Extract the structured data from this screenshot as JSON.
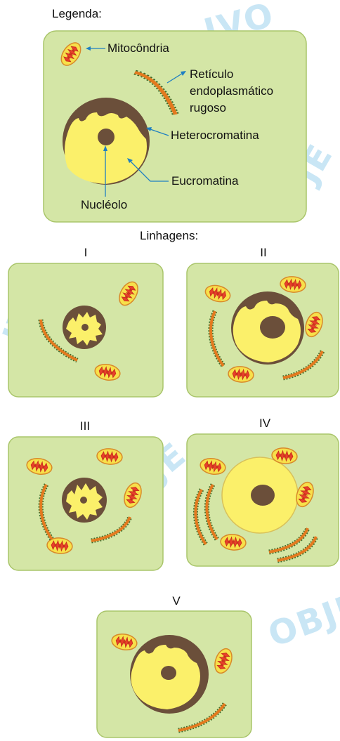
{
  "legend": {
    "title": "Legenda:",
    "labels": {
      "mitochondria": "Mitocôndria",
      "rer_line1": "Retículo",
      "rer_line2": "endoplasmático",
      "rer_line3": "rugoso",
      "heterochromatin": "Heterocromatina",
      "euchromatin": "Eucromatina",
      "nucleolus": "Nucléolo"
    }
  },
  "lineages_title": "Linhagens:",
  "lineages": [
    {
      "label": "I",
      "nucleus": "small, mostly heterochromatin",
      "mitochondria": 2,
      "rer": 1
    },
    {
      "label": "II",
      "nucleus": "large, mostly euchromatin, large nucleolus",
      "mitochondria": 4,
      "rer": 2
    },
    {
      "label": "III",
      "nucleus": "small, mostly heterochromatin",
      "mitochondria": 4,
      "rer": 2
    },
    {
      "label": "IV",
      "nucleus": "large euchromatin, no heterochromatin, large nucleolus",
      "mitochondria": 4,
      "rer": 4
    },
    {
      "label": "V",
      "nucleus": "large, euchromatin with heterochromatin, nucleolus",
      "mitochondria": 2,
      "rer": 1
    }
  ],
  "watermark": "OBJETIVO",
  "colors": {
    "cell_fill": "#d4e6a6",
    "cell_border": "#a9c56a",
    "mito_outer": "#f7e04a",
    "mito_inner": "#e8402a",
    "heterochromatin": "#6b4f3a",
    "euchromatin": "#fbf06a",
    "nucleolus": "#6b4f3a",
    "rer": "#e37a1f",
    "arrow": "#1e7fc2"
  }
}
